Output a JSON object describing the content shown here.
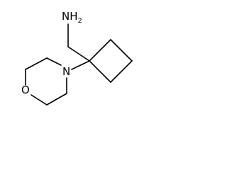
{
  "molecule": {
    "atoms": {
      "amine_nh2": {
        "label": "NH",
        "subscript": "2"
      },
      "morpholine_n": {
        "label": "N"
      },
      "morpholine_o": {
        "label": "O"
      }
    }
  }
}
